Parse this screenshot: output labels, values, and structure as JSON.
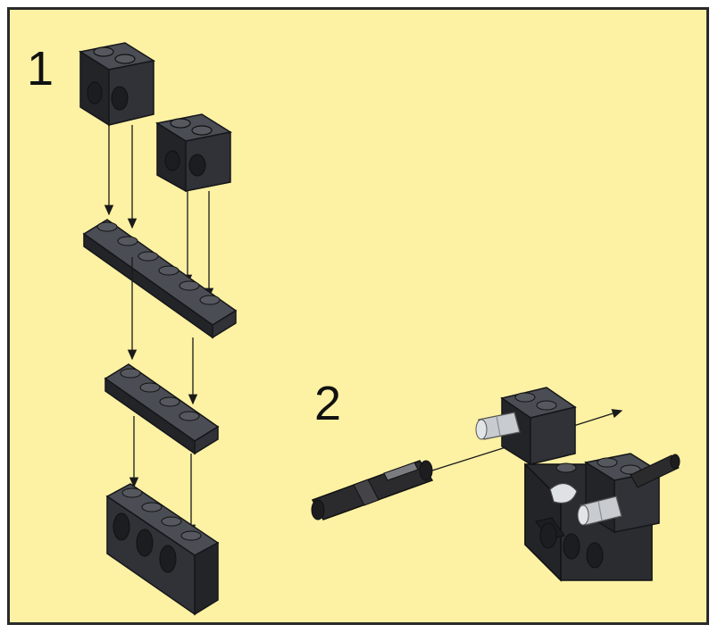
{
  "steps": [
    {
      "number": "1"
    },
    {
      "number": "2"
    }
  ],
  "colors": {
    "background": "#fdf1a4",
    "border": "#2a2a2a",
    "brick_top": "#4a4d53",
    "brick_front": "#303237",
    "brick_side": "#222428",
    "stud": "#55585e",
    "pin_light": "#c8ccd0",
    "pin_dark": "#2b2b2e",
    "arrow": "#1a1a1a"
  },
  "parts": [
    {
      "name": "1x2-technic-brick",
      "icon": "technic-brick-1x2-icon"
    },
    {
      "name": "1x6-plate",
      "icon": "plate-1x6-icon"
    },
    {
      "name": "1x4-plate",
      "icon": "plate-1x4-icon"
    },
    {
      "name": "1x4-technic-brick",
      "icon": "technic-brick-1x4-icon"
    },
    {
      "name": "long-pin-with-bushing",
      "icon": "technic-pin-icon"
    },
    {
      "name": "light-gray-pin",
      "icon": "axle-pin-icon"
    }
  ]
}
